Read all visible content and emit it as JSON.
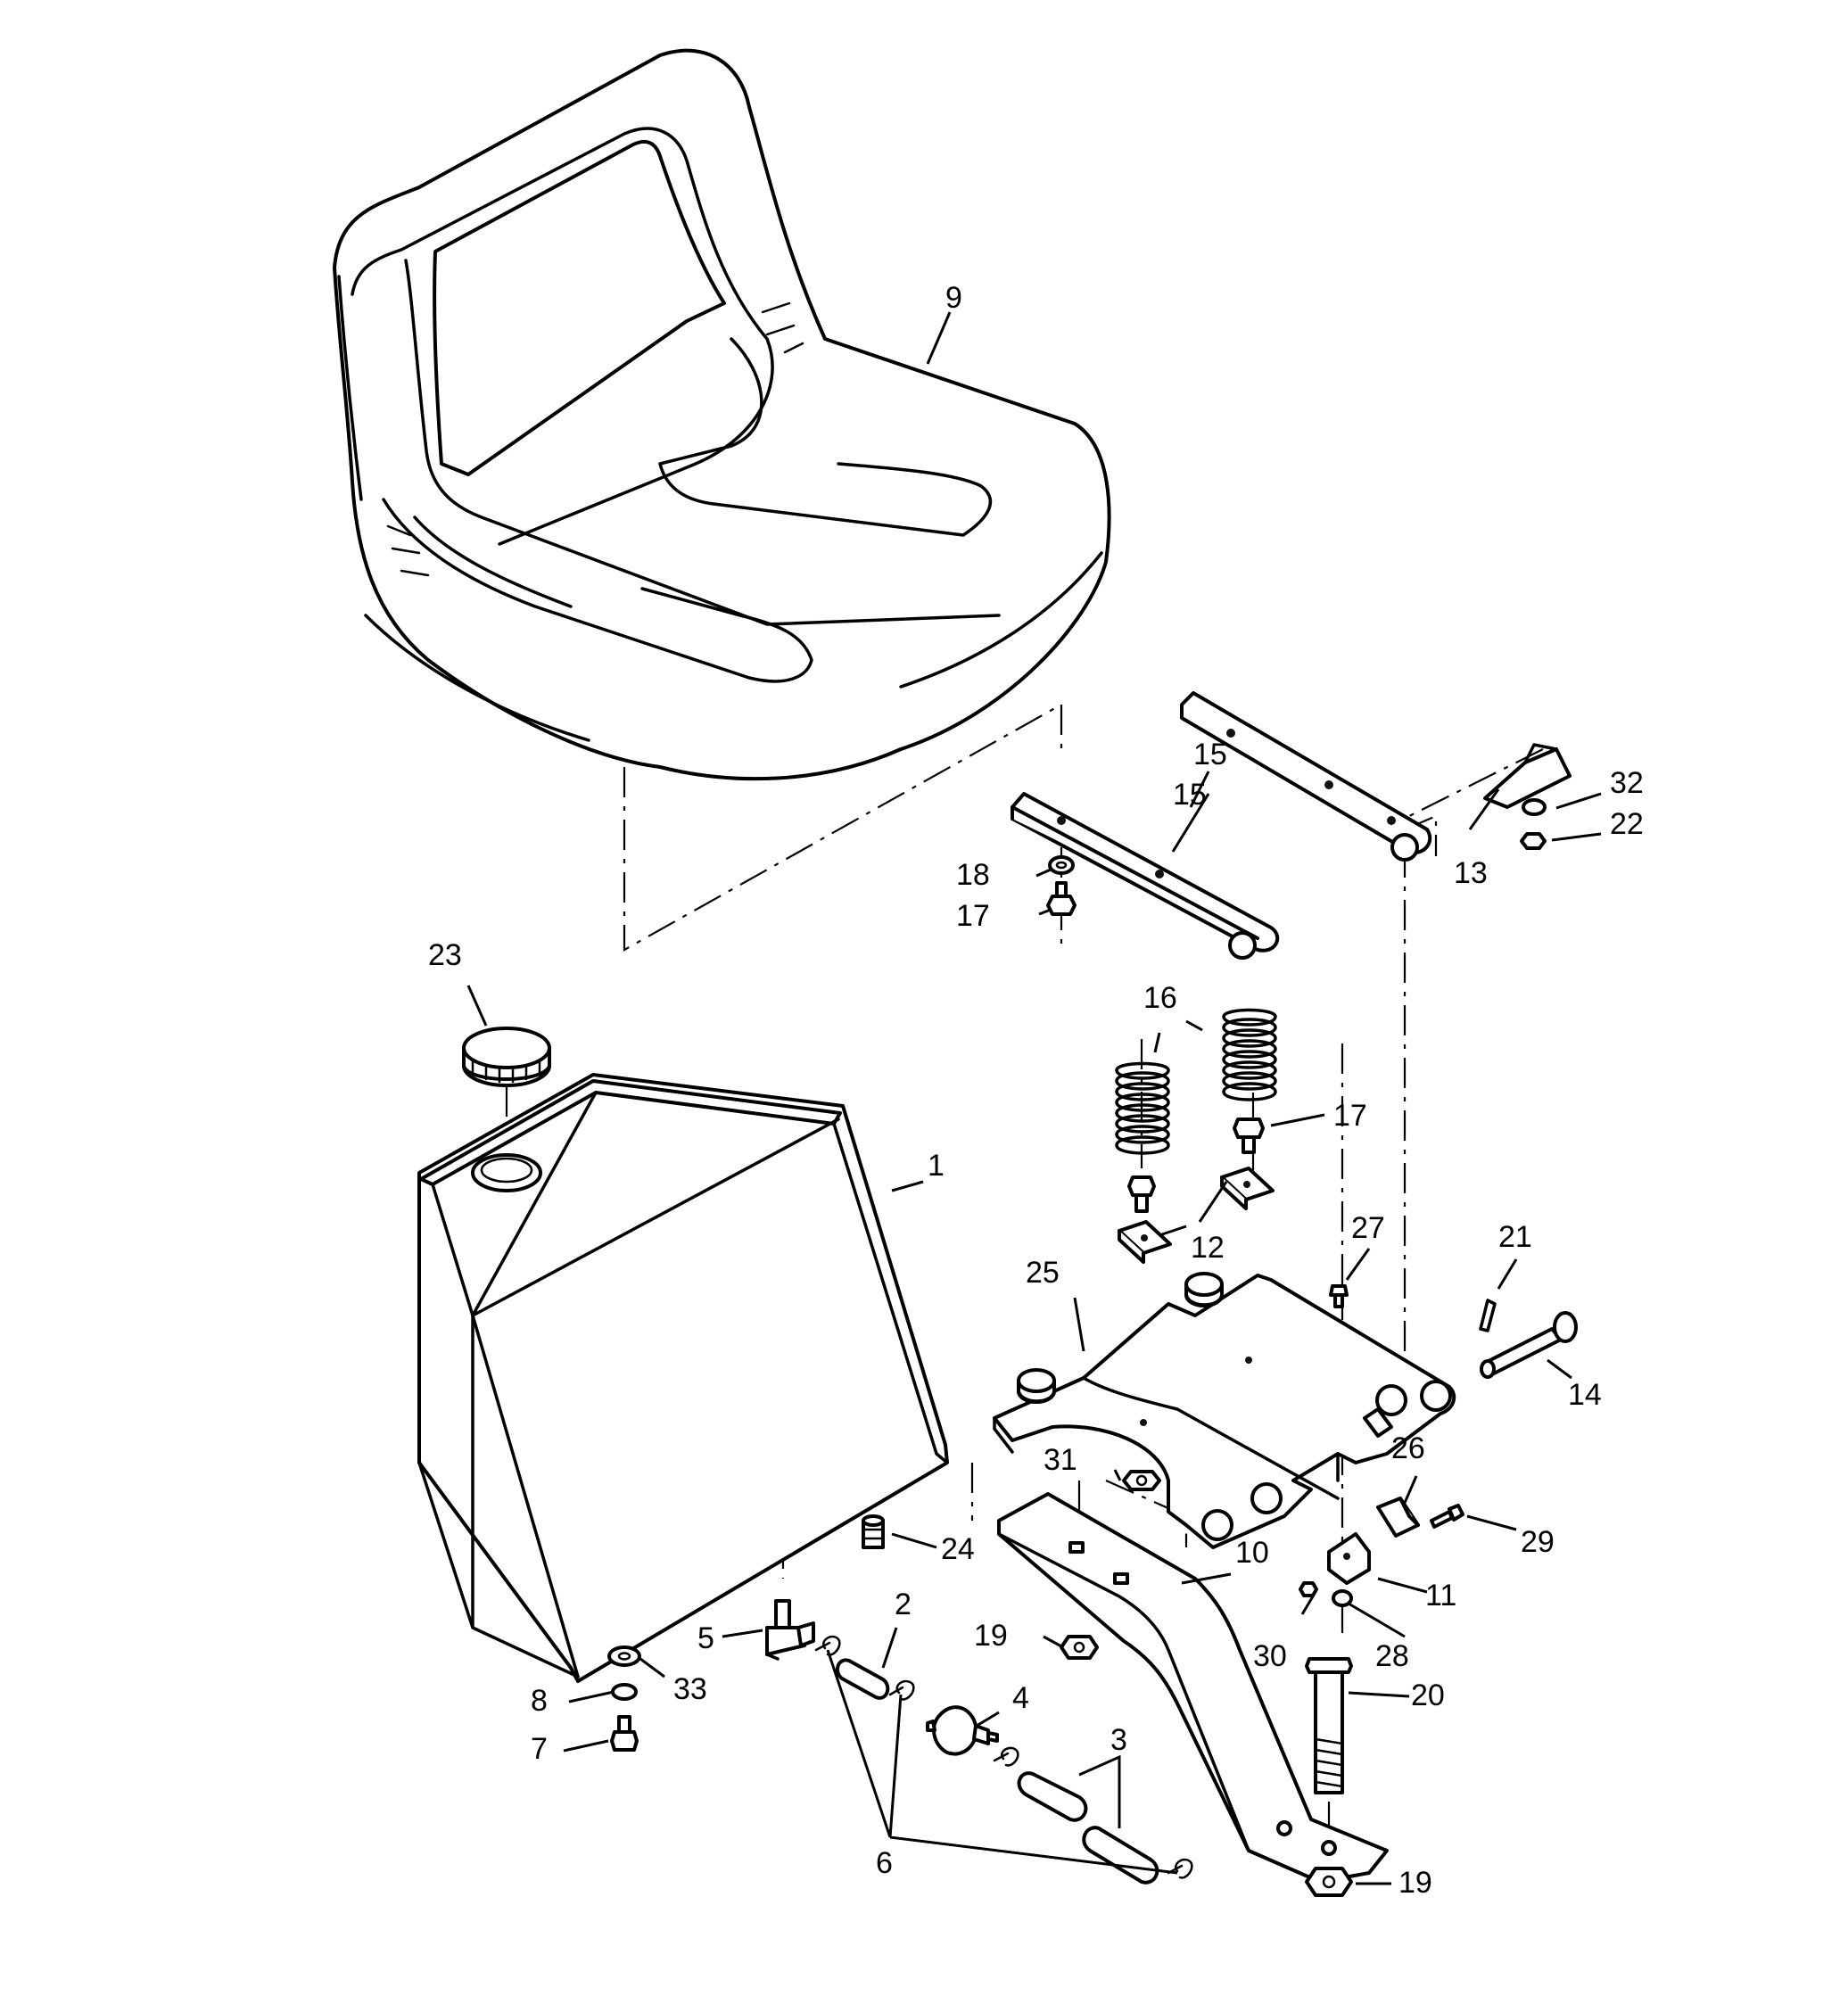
{
  "diagram": {
    "callouts": {
      "c1": "1",
      "c2": "2",
      "c3": "3",
      "c4": "4",
      "c5": "5",
      "c6": "6",
      "c7": "7",
      "c8": "8",
      "c9": "9",
      "c10": "10",
      "c11": "11",
      "c12": "12",
      "c13": "13",
      "c14": "14",
      "c15a": "15",
      "c15b": "15",
      "c16": "16",
      "c17a": "17",
      "c17b": "17",
      "c18": "18",
      "c19a": "19",
      "c19b": "19",
      "c20": "20",
      "c21": "21",
      "c22": "22",
      "c23": "23",
      "c24": "24",
      "c25": "25",
      "c26": "26",
      "c27": "27",
      "c28": "28",
      "c29": "29",
      "c30": "30",
      "c31": "31",
      "c32": "32",
      "c33": "33"
    }
  }
}
